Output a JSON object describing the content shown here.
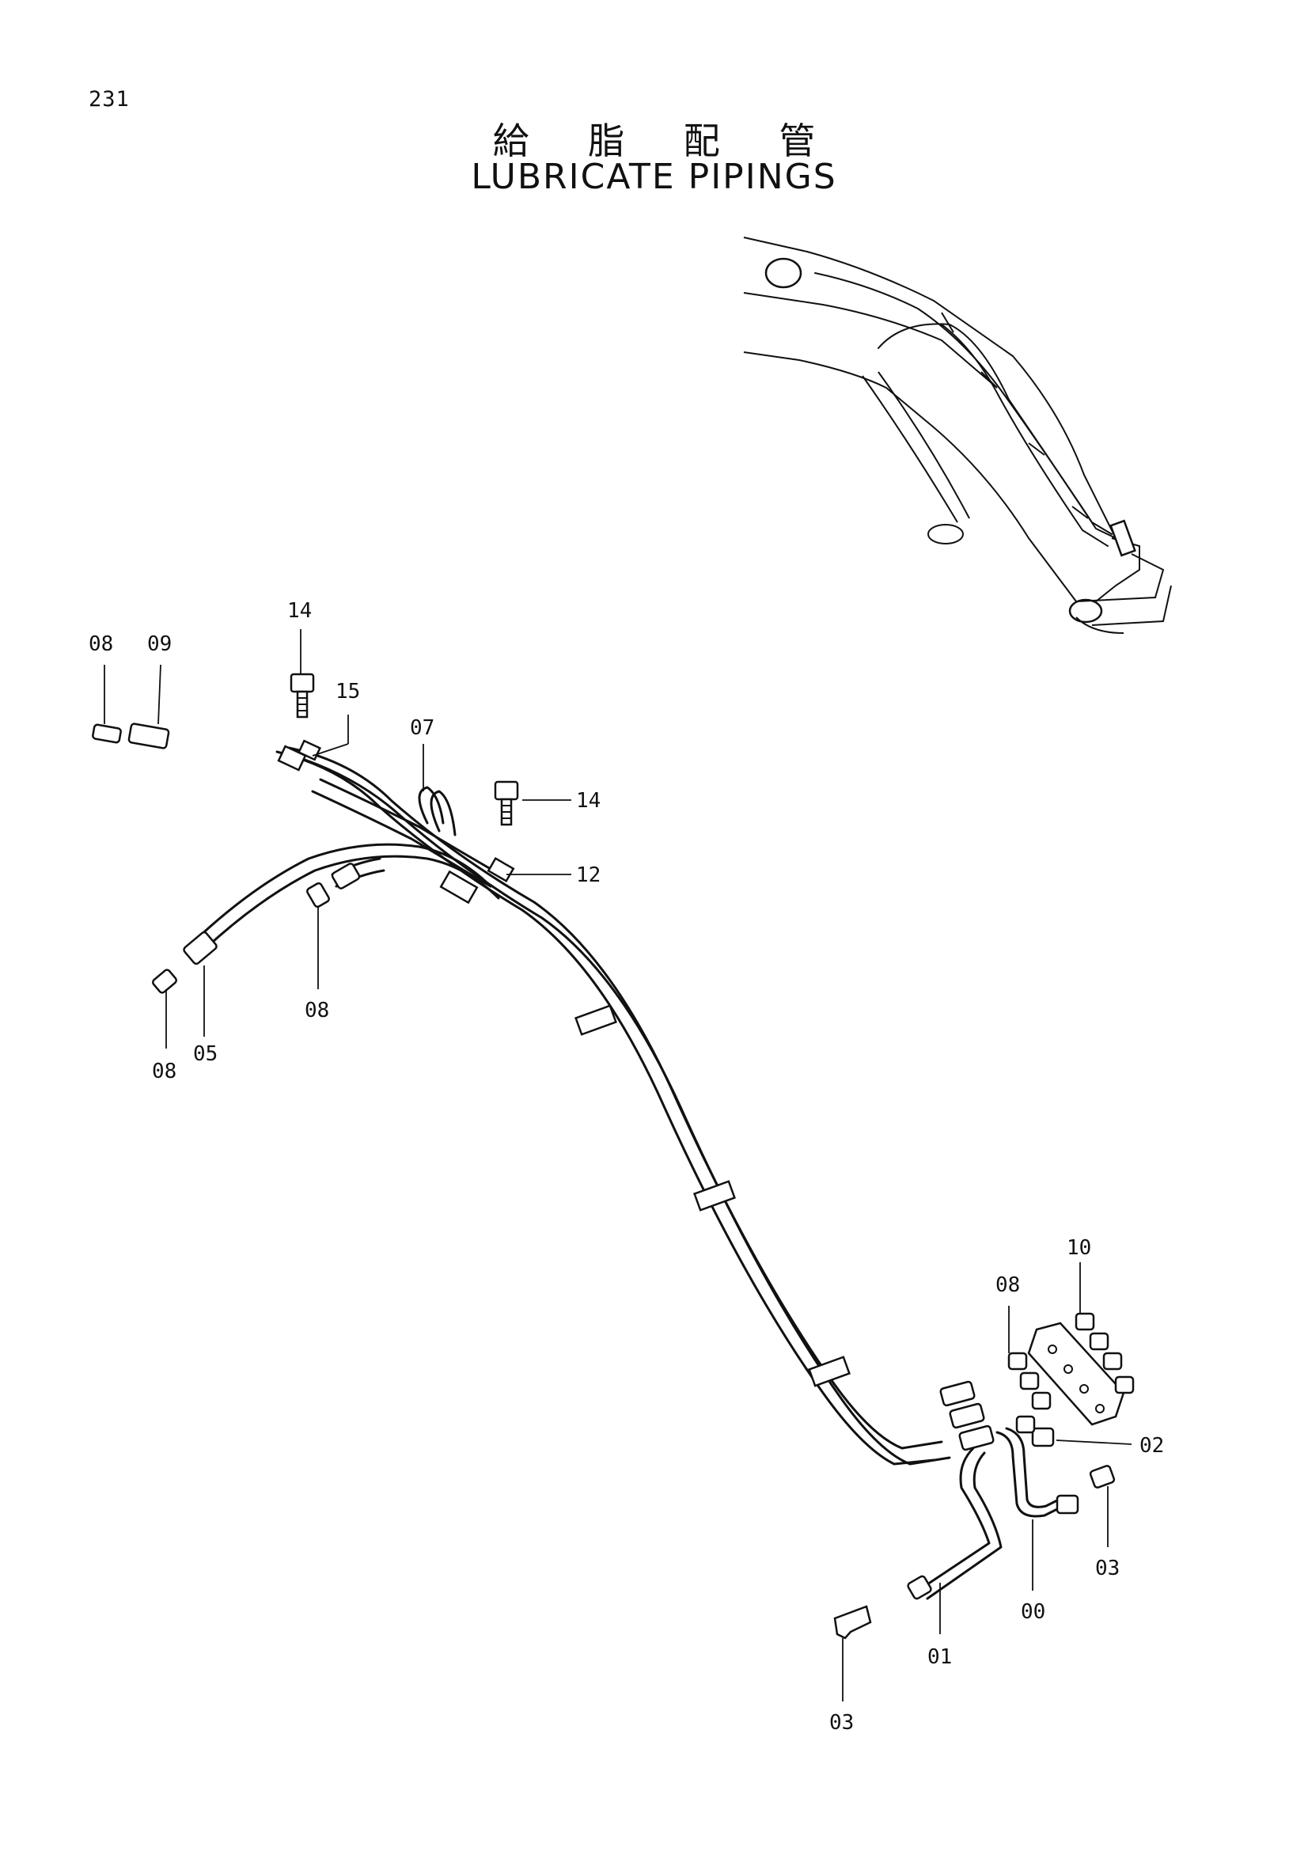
{
  "page_number": "231",
  "title_japanese": "給 脂 配 管",
  "title_english": "LUBRICATE PIPINGS",
  "callouts": [
    "08",
    "09",
    "14",
    "15",
    "07",
    "14",
    "12",
    "08",
    "05",
    "08",
    "10",
    "08",
    "02",
    "03",
    "00",
    "01",
    "03"
  ]
}
